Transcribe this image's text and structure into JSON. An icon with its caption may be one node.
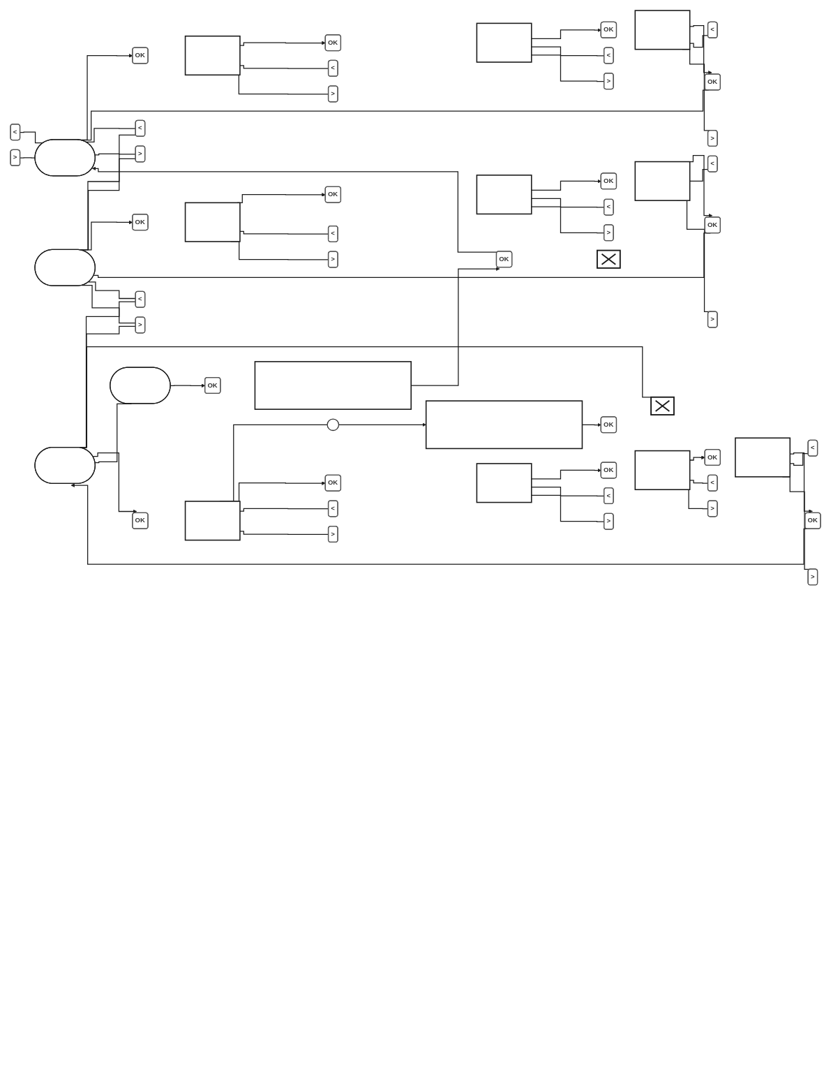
{
  "diagram": {
    "nodes": [
      {
        "text": [
          "<"
        ]
      },
      {
        "text": [
          ">"
        ]
      },
      {
        "text": [],
        "shape": "stadium"
      },
      {
        "text": [
          "OK"
        ]
      },
      {
        "text": [],
        "shape": "box"
      },
      {
        "text": [
          "OK"
        ]
      },
      {
        "text": [],
        "shape": "box"
      },
      {
        "text": [
          "OK"
        ]
      },
      {
        "text": [],
        "shape": "box"
      },
      {
        "text": [
          "OK"
        ]
      },
      {
        "text": [
          "<"
        ]
      },
      {
        "text": [
          ">"
        ]
      },
      {
        "text": [
          "<"
        ]
      },
      {
        "text": [
          ">"
        ]
      },
      {
        "text": [
          "<"
        ]
      },
      {
        "text": [
          ">"
        ]
      },
      {
        "text": [
          "<"
        ]
      },
      {
        "text": [
          ">"
        ]
      },
      {
        "text": [],
        "shape": "stadium"
      },
      {
        "text": [
          "OK"
        ]
      },
      {
        "text": [],
        "shape": "box"
      },
      {
        "text": [
          "OK"
        ]
      },
      {
        "text": [],
        "shape": "box"
      },
      {
        "text": [
          "OK"
        ]
      },
      {
        "text": [],
        "shape": "box"
      },
      {
        "text": [
          "OK"
        ]
      },
      {
        "text": [
          "<"
        ]
      },
      {
        "text": [
          ">"
        ]
      },
      {
        "text": [
          "<"
        ]
      },
      {
        "text": [
          ">"
        ]
      },
      {
        "text": [
          "<"
        ]
      },
      {
        "text": [
          ">"
        ]
      },
      {
        "text": [
          "<"
        ]
      },
      {
        "text": [
          ">"
        ]
      },
      {
        "text": [],
        "shape": "circle"
      },
      {
        "text": [],
        "shape": "box"
      },
      {
        "text": [
          "OK"
        ]
      },
      {
        "text": [],
        "shape": "cross"
      },
      {
        "text": [],
        "shape": "stadium"
      },
      {
        "text": [
          "OK"
        ]
      },
      {
        "text": [],
        "shape": "box"
      },
      {
        "text": [
          "OK"
        ]
      },
      {
        "text": [],
        "shape": "box"
      },
      {
        "text": [
          "OK"
        ]
      },
      {
        "text": [],
        "shape": "box"
      },
      {
        "text": [
          "OK"
        ]
      },
      {
        "text": [],
        "shape": "box"
      },
      {
        "text": [
          "OK"
        ]
      },
      {
        "text": [
          "<"
        ]
      },
      {
        "text": [
          ">"
        ]
      },
      {
        "text": [
          "<"
        ]
      },
      {
        "text": [
          ">"
        ]
      },
      {
        "text": [
          "<"
        ]
      },
      {
        "text": [
          ">"
        ]
      },
      {
        "text": [
          "<"
        ]
      },
      {
        "text": [
          ">"
        ]
      },
      {
        "text": [],
        "shape": "stadium"
      },
      {
        "text": [
          "OK"
        ]
      },
      {
        "text": [],
        "shape": "box"
      },
      {
        "text": [
          "OK"
        ]
      },
      {
        "text": [],
        "shape": "cross"
      }
    ],
    "edges": [
      {
        "from": 0,
        "to": 2,
        "arrow": "none"
      },
      {
        "from": 1,
        "to": 2,
        "arrow": "none"
      },
      {
        "from": 2,
        "to": 3,
        "arrow": "to"
      },
      {
        "from": 4,
        "to": 5,
        "arrow": "to"
      },
      {
        "from": 6,
        "to": 7,
        "arrow": "to"
      },
      {
        "from": 8,
        "to": 9,
        "arrow": "to"
      },
      {
        "from": 4,
        "to": 10,
        "arrow": "none"
      },
      {
        "from": 4,
        "to": 11,
        "arrow": "none"
      },
      {
        "from": 6,
        "to": 12,
        "arrow": "none"
      },
      {
        "from": 6,
        "to": 13,
        "arrow": "none"
      },
      {
        "from": 8,
        "to": 14,
        "arrow": "none"
      },
      {
        "from": 8,
        "to": 15,
        "arrow": "none"
      },
      {
        "from": 2,
        "to": 9,
        "arrow": "none"
      },
      {
        "from": 2,
        "to": 16,
        "arrow": "none"
      },
      {
        "from": 2,
        "to": 17,
        "arrow": "none"
      },
      {
        "from": 18,
        "to": 16,
        "arrow": "none"
      },
      {
        "from": 18,
        "to": 17,
        "arrow": "none"
      },
      {
        "from": 18,
        "to": 19,
        "arrow": "to"
      },
      {
        "from": 20,
        "to": 21,
        "arrow": "to"
      },
      {
        "from": 22,
        "to": 23,
        "arrow": "to"
      },
      {
        "from": 24,
        "to": 25,
        "arrow": "to"
      },
      {
        "from": 20,
        "to": 26,
        "arrow": "none"
      },
      {
        "from": 20,
        "to": 27,
        "arrow": "none"
      },
      {
        "from": 22,
        "to": 28,
        "arrow": "none"
      },
      {
        "from": 22,
        "to": 29,
        "arrow": "none"
      },
      {
        "from": 24,
        "to": 30,
        "arrow": "none"
      },
      {
        "from": 24,
        "to": 31,
        "arrow": "none"
      },
      {
        "from": 18,
        "to": 25,
        "arrow": "none"
      },
      {
        "from": 18,
        "to": 32,
        "arrow": "none"
      },
      {
        "from": 18,
        "to": 33,
        "arrow": "none"
      },
      {
        "from": 38,
        "to": 32,
        "arrow": "none"
      },
      {
        "from": 38,
        "to": 33,
        "arrow": "none"
      },
      {
        "from": 38,
        "to": 37,
        "arrow": "none"
      },
      {
        "from": 40,
        "to": 34,
        "arrow": "none"
      },
      {
        "from": 34,
        "to": 35,
        "arrow": "to"
      },
      {
        "from": 35,
        "to": 36,
        "arrow": "to"
      },
      {
        "from": 38,
        "to": 39,
        "arrow": "to"
      },
      {
        "from": 40,
        "to": 41,
        "arrow": "to"
      },
      {
        "from": 42,
        "to": 43,
        "arrow": "to"
      },
      {
        "from": 44,
        "to": 45,
        "arrow": "to"
      },
      {
        "from": 46,
        "to": 47,
        "arrow": "to"
      },
      {
        "from": 40,
        "to": 48,
        "arrow": "none"
      },
      {
        "from": 40,
        "to": 49,
        "arrow": "none"
      },
      {
        "from": 42,
        "to": 50,
        "arrow": "none"
      },
      {
        "from": 42,
        "to": 51,
        "arrow": "none"
      },
      {
        "from": 44,
        "to": 52,
        "arrow": "none"
      },
      {
        "from": 44,
        "to": 53,
        "arrow": "none"
      },
      {
        "from": 46,
        "to": 54,
        "arrow": "none"
      },
      {
        "from": 46,
        "to": 55,
        "arrow": "none"
      },
      {
        "from": 47,
        "to": 38,
        "arrow": "to"
      },
      {
        "from": 38,
        "to": 56,
        "arrow": "none"
      },
      {
        "from": 56,
        "to": 57,
        "arrow": "to"
      },
      {
        "from": 58,
        "to": 59,
        "arrow": "to"
      },
      {
        "from": 59,
        "to": 2,
        "arrow": "to"
      }
    ]
  }
}
